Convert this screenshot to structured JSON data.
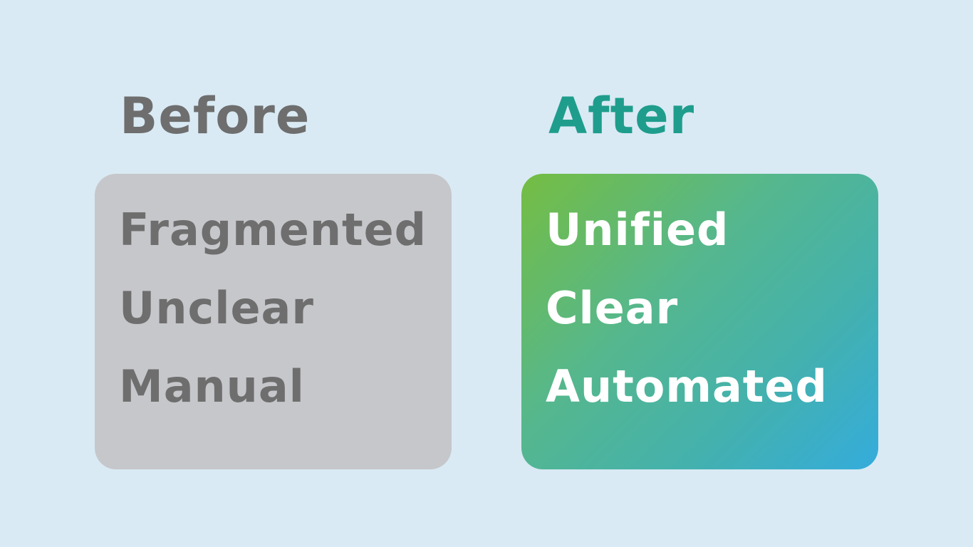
{
  "before": {
    "heading": "Before",
    "items": [
      "Fragmented",
      "Unclear",
      "Manual"
    ]
  },
  "after": {
    "heading": "After",
    "items": [
      "Unified",
      "Clear",
      "Automated"
    ]
  },
  "colors": {
    "background": "#d9eaf4",
    "before_panel": "#c6c7cb",
    "before_text": "#6e6e6e",
    "after_heading": "#1f9d8c",
    "after_gradient_start": "#75bd42",
    "after_gradient_end": "#34acdc",
    "after_text": "#ffffff"
  }
}
